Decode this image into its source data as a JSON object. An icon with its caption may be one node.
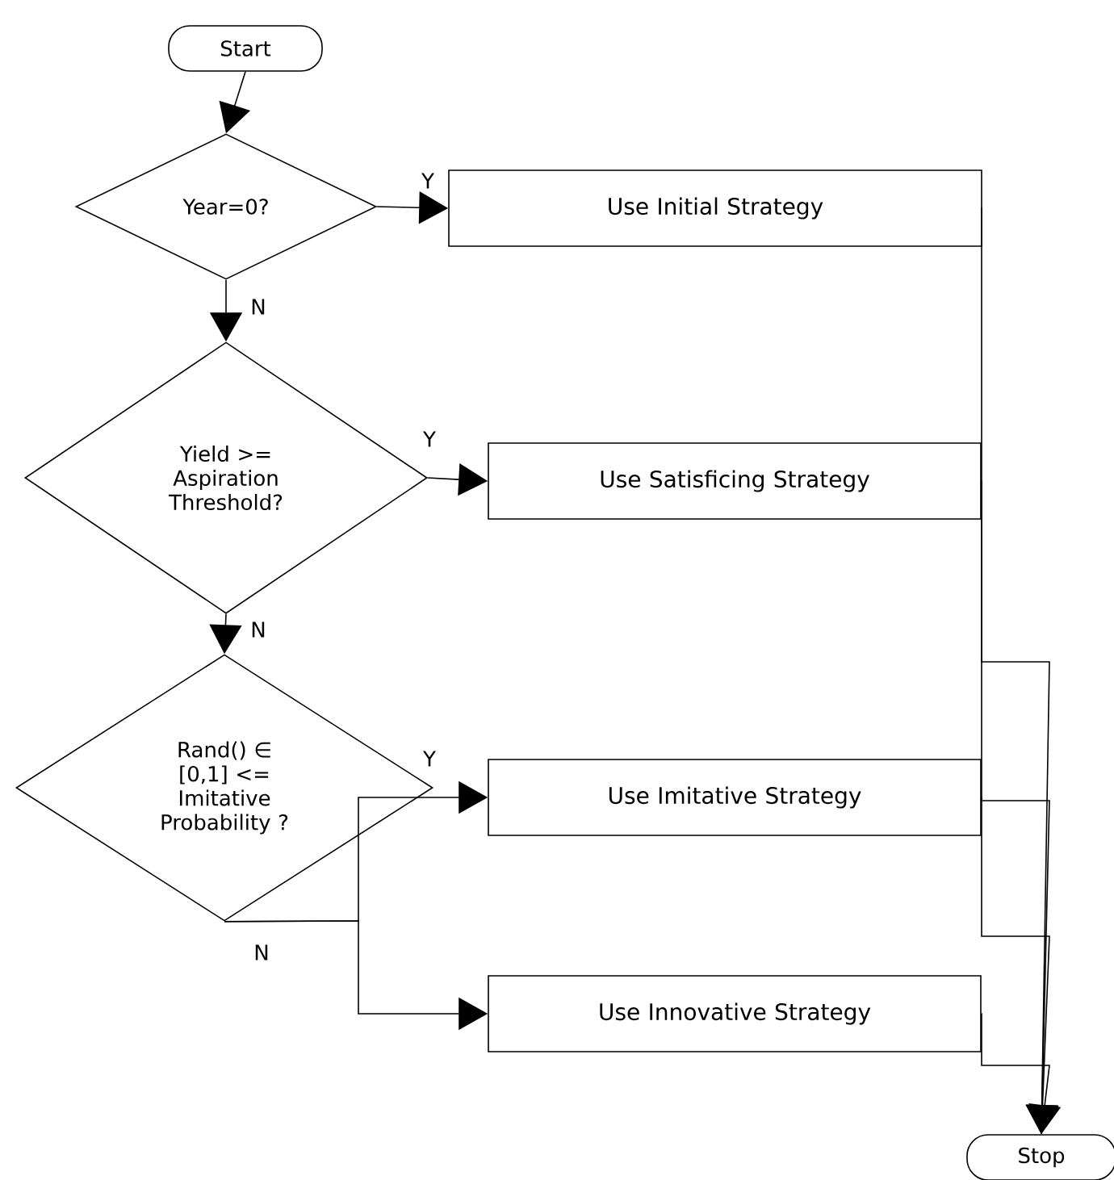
{
  "diagram": {
    "nodes": [
      {
        "text": [
          "Start"
        ]
      },
      {
        "text": [
          "Year=0?"
        ]
      },
      {
        "text": [
          "Use Initial Strategy"
        ]
      },
      {
        "text": [
          "Yield >= Aspiration Threshold?"
        ]
      },
      {
        "text": [
          "Use Satisficing Strategy"
        ]
      },
      {
        "text": [
          "Rand() ∈ [0,1] <= Imitative Probability ?"
        ]
      },
      {
        "text": [
          "Use Imitative Strategy"
        ]
      },
      {
        "text": [
          "Use Innovative Strategy"
        ]
      },
      {
        "text": [
          "Stop"
        ]
      }
    ],
    "edges": [
      {
        "from": 0,
        "to": 1,
        "arrow": "to"
      },
      {
        "from": 1,
        "to": 2,
        "arrow": "to",
        "label": "Y"
      },
      {
        "from": 1,
        "to": 3,
        "arrow": "to",
        "label": "N"
      },
      {
        "from": 3,
        "to": 4,
        "arrow": "to",
        "label": "Y"
      },
      {
        "from": 3,
        "to": 5,
        "arrow": "to",
        "label": "N"
      },
      {
        "from": 5,
        "to": 6,
        "arrow": "to",
        "label": "Y"
      },
      {
        "from": 5,
        "to": 7,
        "arrow": "to",
        "label": "N"
      },
      {
        "from": 2,
        "to": 8,
        "arrow": "to"
      },
      {
        "from": 4,
        "to": 8,
        "arrow": "to"
      },
      {
        "from": 6,
        "to": 8,
        "arrow": "to"
      },
      {
        "from": 7,
        "to": 8,
        "arrow": "to"
      }
    ]
  }
}
